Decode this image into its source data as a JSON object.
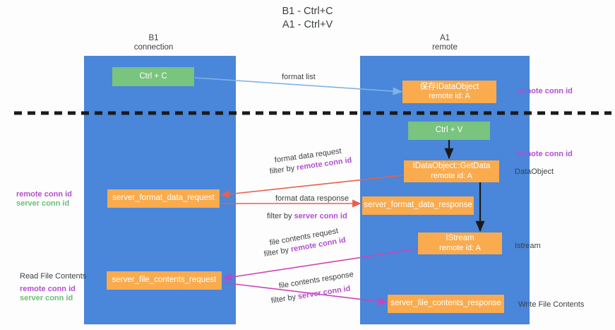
{
  "title": "B1 - Ctrl+C\nA1 - Ctrl+V",
  "lanes": [
    {
      "id": "b1",
      "name": "B1",
      "sub": "connection",
      "header": "B1\nconnection"
    },
    {
      "id": "a1",
      "name": "A1",
      "sub": "remote",
      "header": "A1\nremote"
    }
  ],
  "colors": {
    "lane": "#4a86d9",
    "box_orange": "#f9ab4e",
    "box_green": "#79c47e",
    "purple": "#b34fd0",
    "green_text": "#6bbf74",
    "arrow_blue": "#7fb4e8",
    "arrow_red": "#e8604c",
    "arrow_magenta": "#cc44b8",
    "arrow_purple": "#a64fd0",
    "arrow_black": "#1a1a1a",
    "divider": "#1a1a1a"
  },
  "boxes": {
    "ctrl_c": {
      "label": "Ctrl + C",
      "color": "green"
    },
    "save_idataobject": {
      "label": "保存IDataObject",
      "sub": "remote id: A",
      "color": "orange"
    },
    "ctrl_v": {
      "label": "Ctrl + V",
      "color": "green"
    },
    "getdata": {
      "label": "IDataObject::GetData",
      "sub": "remote id: A",
      "color": "orange"
    },
    "server_format_data_request": {
      "label": "server_format_data_request",
      "color": "orange"
    },
    "server_format_data_response": {
      "label": "server_format_data_response",
      "color": "orange"
    },
    "istream": {
      "label": "IStream",
      "sub": "remote id: A",
      "color": "orange"
    },
    "server_file_contents_request": {
      "label": "server_file_contents_request",
      "color": "orange"
    },
    "server_file_contents_response": {
      "label": "server_file_contents_response",
      "color": "orange"
    }
  },
  "edge_labels": {
    "format_list": "format list",
    "format_data_request": "format data request",
    "format_data_request_filter_prefix": "filter by ",
    "format_data_request_filter_key": "remote conn id",
    "format_data_response": "format data response",
    "format_data_response_filter_prefix": "filter by ",
    "format_data_response_filter_key": "server conn id",
    "file_contents_request": "file contents request",
    "file_contents_request_filter_prefix": "filter by ",
    "file_contents_request_filter_key": "remote conn id",
    "file_contents_response": "file contents response",
    "file_contents_response_filter_prefix": "filter by ",
    "file_contents_response_filter_key": "server conn id"
  },
  "annotations": {
    "right_top_remote_conn_id": "remote conn id",
    "right_mid_remote_conn_id": "remote conn id",
    "right_dataobject": "DataObject",
    "right_istream": "Istream",
    "right_write_file_contents": "Write File Contents",
    "left_remote_conn_id_1": "remote conn id",
    "left_server_conn_id_1": "server conn id",
    "left_read_file_contents": "Read File Contents",
    "left_remote_conn_id_2": "remote conn id",
    "left_server_conn_id_2": "server conn id"
  }
}
